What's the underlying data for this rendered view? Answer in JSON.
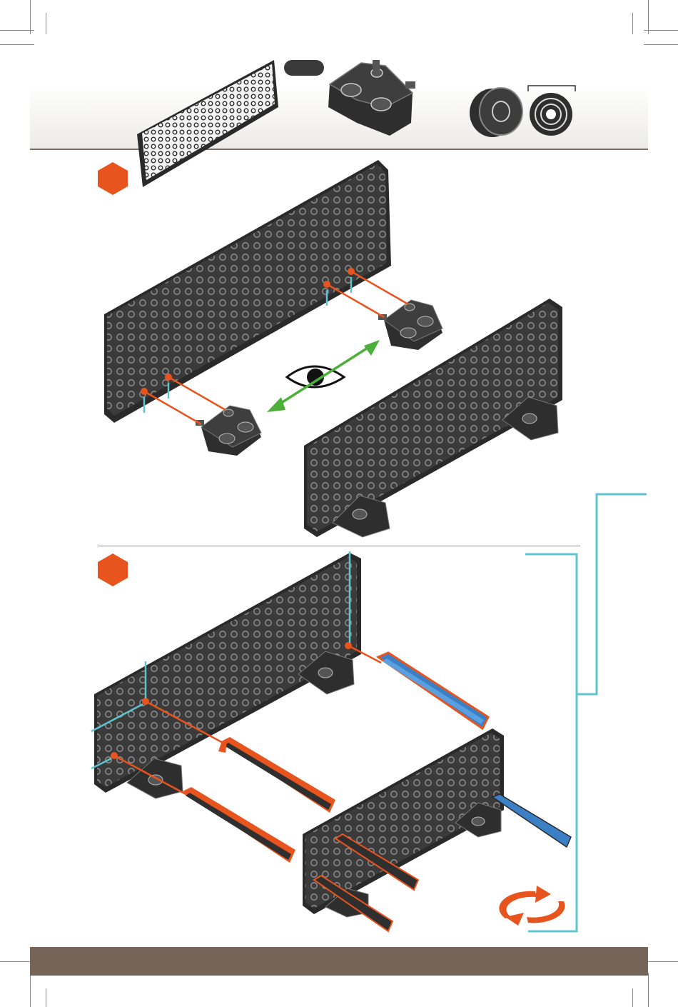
{
  "header": {
    "parts": [
      {
        "name": "plate",
        "qty_label": ""
      },
      {
        "name": "corner-connector",
        "qty_label": ""
      },
      {
        "name": "shaft-collar",
        "qty_label": ""
      }
    ]
  },
  "steps": [
    {
      "number": "",
      "accent": "#e8541e"
    },
    {
      "number": "",
      "accent": "#e8541e"
    }
  ],
  "colors": {
    "accent": "#e8541e",
    "guide": "#5fc3d0",
    "green": "#4caf3a",
    "shaft_blue": "#3b7fc4",
    "plate": "#3b3b3b",
    "footer": "#756559"
  },
  "icons": [
    "eye-icon",
    "rotate-icon"
  ]
}
